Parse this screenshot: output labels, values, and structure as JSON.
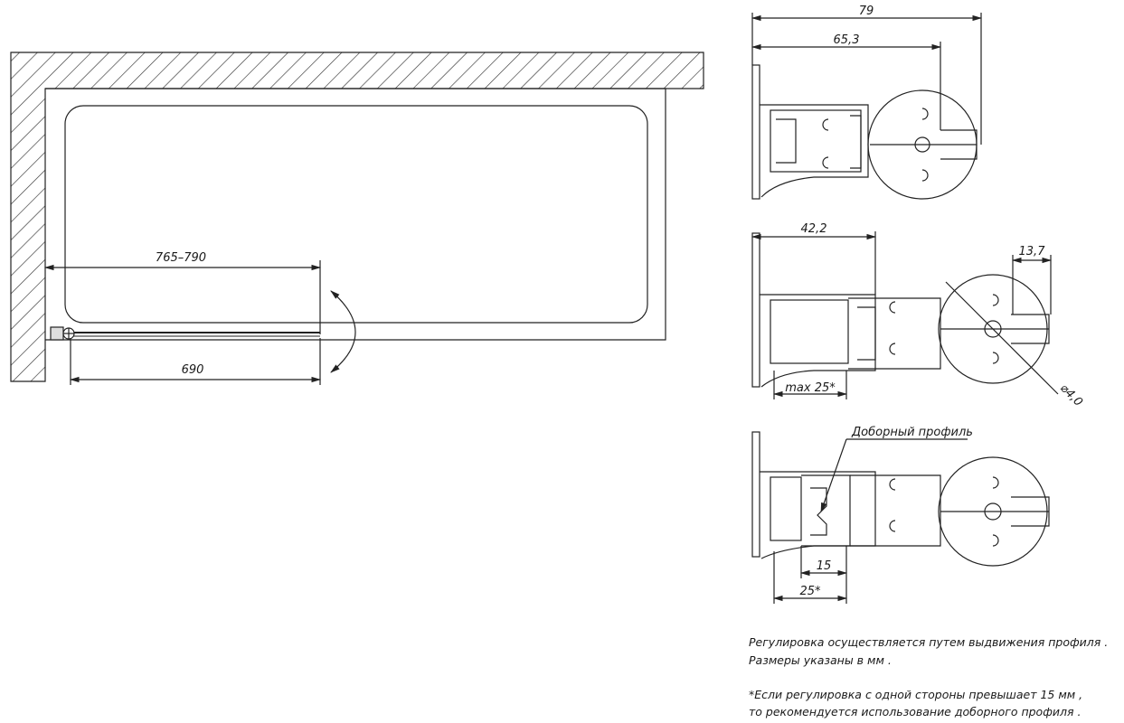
{
  "plan": {
    "dim_top": "765–790",
    "dim_bottom": "690"
  },
  "profile1": {
    "dim_total": "79",
    "dim_inner": "65,3"
  },
  "profile2": {
    "dim_width": "42,2",
    "dim_lip": "13,7",
    "dim_adjust": "max 25*",
    "dim_hole": "⌀4,0"
  },
  "profile3": {
    "callout": "Доборный профиль",
    "dim_step": "15",
    "dim_adjust": "25*"
  },
  "notes": {
    "line1": "Регулировка осуществляется путем выдвижения профиля .",
    "line2": "Размеры указаны в мм .",
    "line3": "*Если регулировка с одной стороны превышает  15 мм ,",
    "line4": "то рекомендуется использование доборного профиля ."
  }
}
